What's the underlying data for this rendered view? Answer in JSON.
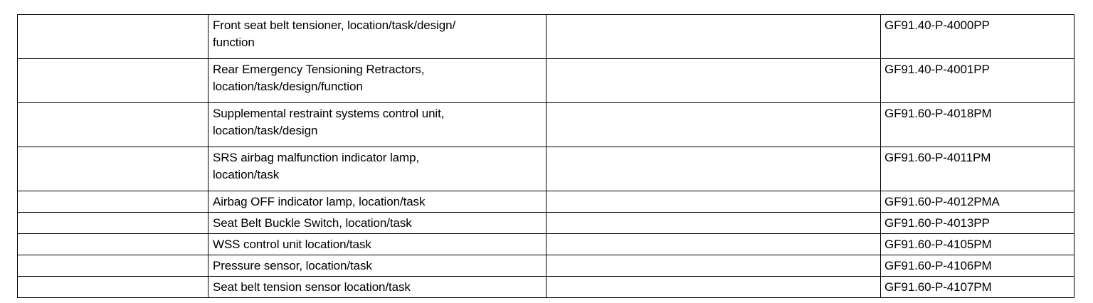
{
  "document": {
    "table": {
      "columns": [
        {
          "key": "reference",
          "label": ""
        },
        {
          "key": "description",
          "label": ""
        },
        {
          "key": "middle",
          "label": ""
        },
        {
          "key": "document_number",
          "label": ""
        }
      ],
      "rows": [
        {
          "reference": "",
          "description": "Front seat belt tensioner, location/task/design/\nfunction",
          "middle": "",
          "document_number": "GF91.40-P-4000PP",
          "height": "tall"
        },
        {
          "reference": "",
          "description": "Rear Emergency Tensioning Retractors,\nlocation/task/design/function",
          "middle": "",
          "document_number": "GF91.40-P-4001PP",
          "height": "tall"
        },
        {
          "reference": "",
          "description": "Supplemental restraint systems control unit,\nlocation/task/design",
          "middle": "",
          "document_number": "GF91.60-P-4018PM",
          "height": "tall"
        },
        {
          "reference": "",
          "description": "SRS airbag malfunction indicator lamp,\nlocation/task",
          "middle": "",
          "document_number": "GF91.60-P-4011PM",
          "height": "tall"
        },
        {
          "reference": "",
          "description": "Airbag OFF indicator lamp, location/task",
          "middle": "",
          "document_number": "GF91.60-P-4012PMA",
          "height": "short"
        },
        {
          "reference": "",
          "description": "Seat Belt Buckle Switch, location/task",
          "middle": "",
          "document_number": "GF91.60-P-4013PP",
          "height": "short"
        },
        {
          "reference": "",
          "description": "WSS control unit location/task",
          "middle": "",
          "document_number": "GF91.60-P-4105PM",
          "height": "short"
        },
        {
          "reference": "",
          "description": "Pressure sensor, location/task",
          "middle": "",
          "document_number": "GF91.60-P-4106PM",
          "height": "short"
        },
        {
          "reference": "",
          "description": "Seat belt tension sensor location/task",
          "middle": "",
          "document_number": "GF91.60-P-4107PM",
          "height": "short"
        }
      ]
    },
    "colors": {
      "background": "#ffffff",
      "text": "#000000",
      "border": "#000000"
    }
  }
}
